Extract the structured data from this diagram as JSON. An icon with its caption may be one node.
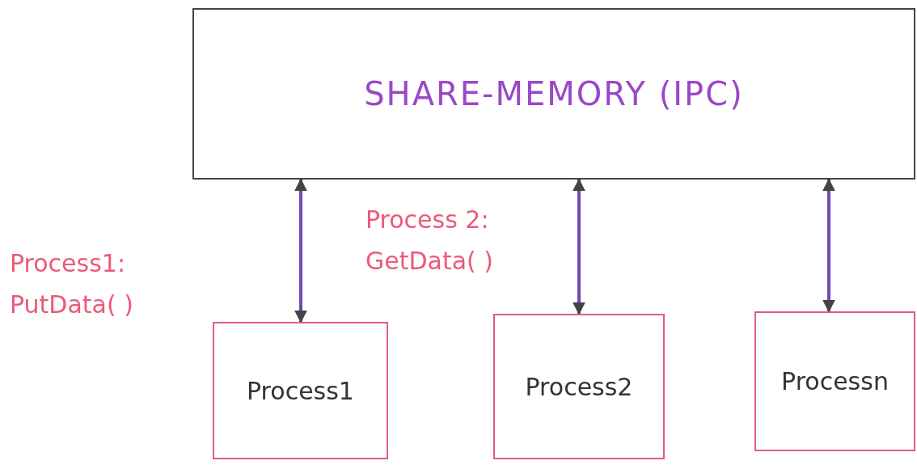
{
  "diagram": {
    "nodes": [
      {
        "text": [
          "SHARE-MEMORY (IPC)"
        ]
      },
      {
        "text": [
          "Process1"
        ]
      },
      {
        "text": [
          "Process2"
        ]
      },
      {
        "text": [
          "Processn"
        ]
      }
    ],
    "edges": [
      {
        "from": 0,
        "to": 1,
        "arrow": "both"
      },
      {
        "from": 0,
        "to": 2,
        "arrow": "both"
      },
      {
        "from": 0,
        "to": 3,
        "arrow": "both"
      }
    ],
    "labels": [
      "Process1: PutData( )",
      "Process 2: GetData( )"
    ]
  }
}
